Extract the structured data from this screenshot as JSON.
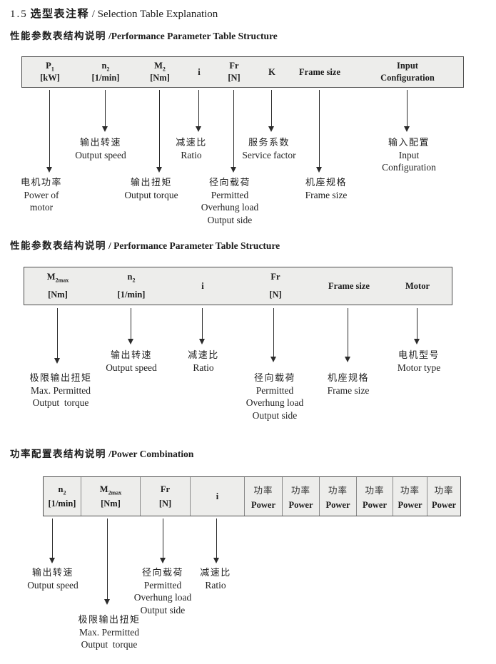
{
  "title": {
    "num": "1.5",
    "zh": "选型表注释",
    "en": "/ Selection Table Explanation"
  },
  "s1": {
    "heading_zh": "性能参数表结构说明",
    "heading_en": "/Performance Parameter Table Structure",
    "cols": {
      "p1": {
        "main": "P",
        "sub": "1",
        "unit": "[kW]"
      },
      "n2": {
        "main": "n",
        "sub": "2",
        "unit": "[1/min]"
      },
      "m2": {
        "main": "M",
        "sub": "2",
        "unit": "[Nm]"
      },
      "i": {
        "main": "i"
      },
      "fr": {
        "main": "Fr",
        "unit": "[N]"
      },
      "k": {
        "main": "K"
      },
      "frame": {
        "main": "Frame size"
      },
      "input": {
        "line1": "Input",
        "line2": "Configuration"
      }
    },
    "notes": {
      "output_speed": [
        "输出转速",
        "Output speed"
      ],
      "ratio": [
        "减速比",
        "Ratio"
      ],
      "service": [
        "服务系数",
        "Service factor"
      ],
      "input": [
        "输入配置",
        "Input",
        "Configuration"
      ],
      "power": [
        "电机功率",
        "Power of",
        "motor"
      ],
      "torque": [
        "输出扭矩",
        "Output torque"
      ],
      "overhung": [
        "径向载荷",
        "Permitted",
        "Overhung load",
        "Output side"
      ],
      "frame": [
        "机座规格",
        "Frame size"
      ]
    }
  },
  "s2": {
    "heading_zh": "性能参数表结构说明",
    "heading_en": "/ Performance Parameter Table Structure",
    "cols": {
      "m2max": {
        "main": "M",
        "sub": "2max",
        "unit": "[Nm]"
      },
      "n2": {
        "main": "n",
        "sub": "2",
        "unit": "[1/min]"
      },
      "i": {
        "main": "i"
      },
      "fr": {
        "main": "Fr",
        "unit": "[N]"
      },
      "frame": {
        "main": "Frame size"
      },
      "motor": {
        "main": "Motor"
      }
    },
    "notes": {
      "max_torque": [
        "极限输出扭矩",
        "Max. Permitted",
        "Output  torque"
      ],
      "output_speed": [
        "输出转速",
        "Output speed"
      ],
      "ratio": [
        "减速比",
        "Ratio"
      ],
      "overhung": [
        "径向载荷",
        "Permitted",
        "Overhung load",
        "Output side"
      ],
      "frame": [
        "机座规格",
        "Frame size"
      ],
      "motor_type": [
        "电机型号",
        "Motor type"
      ]
    }
  },
  "s3": {
    "heading_zh": "功率配置表结构说明",
    "heading_en": "/Power Combination",
    "cols": {
      "n2": {
        "main": "n",
        "sub": "2",
        "unit": "[1/min]"
      },
      "m2max": {
        "main": "M",
        "sub": "2max",
        "unit": "[Nm]"
      },
      "fr": {
        "main": "Fr",
        "unit": "[N]"
      },
      "i": {
        "main": "i"
      },
      "power": {
        "zh": "功率",
        "en": "Power"
      }
    },
    "notes": {
      "output_speed": [
        "输出转速",
        "Output speed"
      ],
      "max_torque": [
        "极限输出扭矩",
        "Max. Permitted",
        "Output  torque"
      ],
      "overhung": [
        "径向载荷",
        "Permitted",
        "Overhung load",
        "Output side"
      ],
      "ratio": [
        "减速比",
        "Ratio"
      ]
    }
  }
}
